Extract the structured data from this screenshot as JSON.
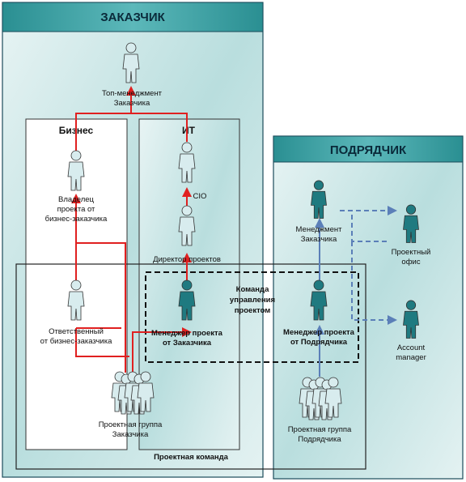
{
  "zones": {
    "customer_title": "ЗАКАЗЧИК",
    "contractor_title": "ПОДРЯДЧИК",
    "business_title": "Бизнес",
    "it_title": "ИТ",
    "project_team": "Проектная команда",
    "mgmt_team": [
      "Команда",
      "управления",
      "проектом"
    ]
  },
  "roles": {
    "top_mgmt": [
      "Топ-менеджмент",
      "Заказчика"
    ],
    "owner": [
      "Владелец",
      "проекта от",
      "бизнес-заказчика"
    ],
    "responsible": [
      "Ответственный",
      "от бизнес-заказчика"
    ],
    "cio": [
      "CIO"
    ],
    "proj_director": [
      "Директор проектов"
    ],
    "pm_customer": [
      "Менеджер проекта",
      "от Заказчика"
    ],
    "team_customer": [
      "Проектная группа",
      "Заказчика"
    ],
    "mgmt_contractor": [
      "Менеджмент",
      "Заказчика"
    ],
    "pm_contractor": [
      "Менеджер проекта",
      "от Подрядчика"
    ],
    "project_office": [
      "Проектный",
      "офис"
    ],
    "account_manager": [
      "Account",
      "manager"
    ],
    "team_contractor": [
      "Проектная группа",
      "Подрядчика"
    ]
  },
  "colors": {
    "teal_bg": "#c9e6e6",
    "header_bg": "#2f9c9c",
    "red_arrow": "#e02020",
    "blue_arrow": "#5b7fb8",
    "figure_fill": "#d8ecee",
    "figure_dark": "#1f7a80"
  }
}
